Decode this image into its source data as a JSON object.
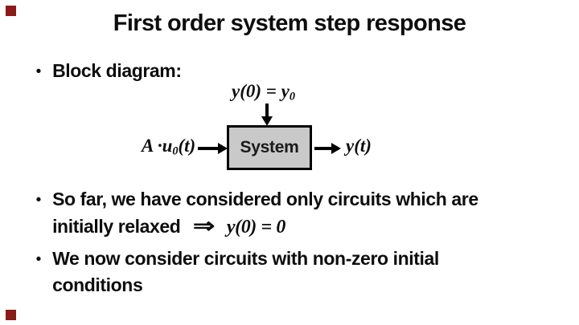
{
  "slide": {
    "title": "First order system step response",
    "bullet_glyph": "•",
    "bullets": {
      "block_diagram": "Block diagram:",
      "sofar_line1": "So far, we have considered only circuits which are",
      "sofar_line2_text": "initially relaxed",
      "implies_symbol": "⇒",
      "sofar_math": "y(0) = 0",
      "wenow_line1": "We now consider circuits with non-zero initial",
      "wenow_line2": "conditions"
    }
  },
  "diagram": {
    "initial_condition_label": {
      "main": "y(0) = y",
      "sub": "0"
    },
    "input_label": {
      "main": "A ·u",
      "sub": "0",
      "tail": "(t)"
    },
    "box_label": "System",
    "output_label": "y(t)"
  },
  "colors": {
    "accent_square": "#8B1A1A",
    "box_fill": "#C9C9C9",
    "text": "#0D0D0D"
  }
}
